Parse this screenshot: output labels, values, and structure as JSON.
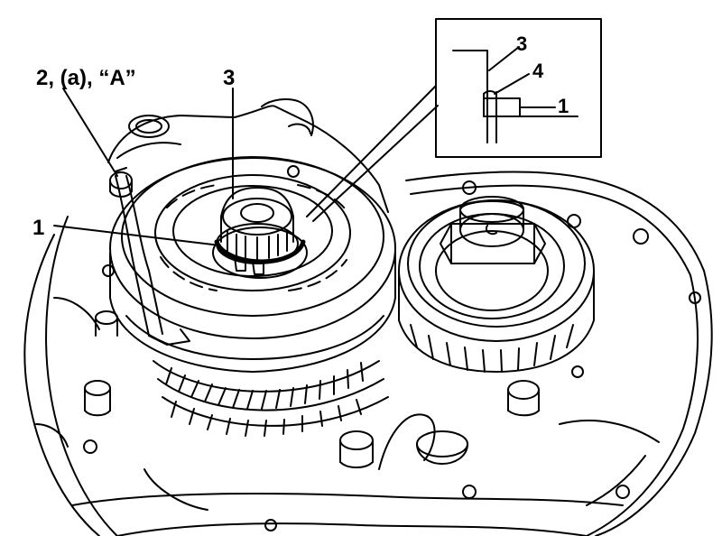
{
  "labels": {
    "clip_bolt": "2, (a), “A”",
    "gear_top": "3",
    "snap_ring": "1",
    "inset_gear": "3",
    "inset_spacer": "4",
    "inset_ring": "1"
  },
  "colors": {
    "line": "#000000",
    "background": "#ffffff"
  }
}
